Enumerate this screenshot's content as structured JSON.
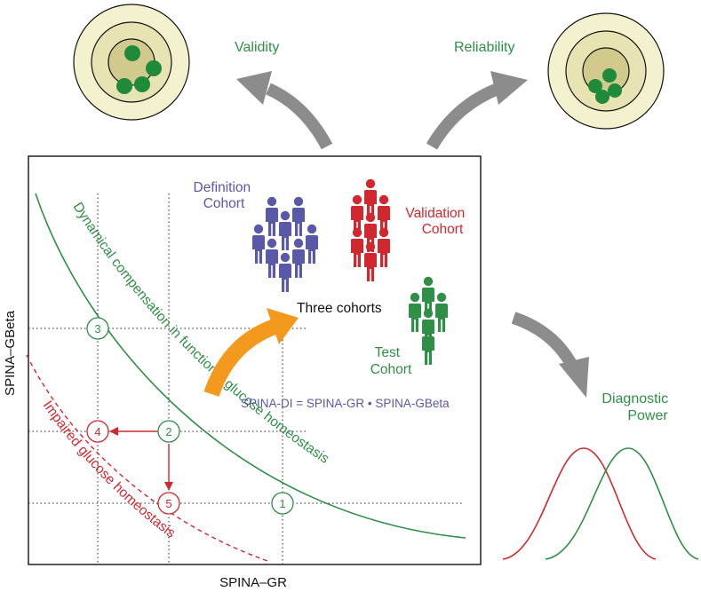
{
  "axes": {
    "y_label": "SPINA–GBeta",
    "x_label": "SPINA–GR"
  },
  "targets": {
    "validity": "Validity",
    "reliability": "Reliability"
  },
  "cohorts": {
    "definition": [
      "Definition",
      "Cohort"
    ],
    "validation": [
      "Validation",
      "Cohort"
    ],
    "test": [
      "Test",
      "Cohort"
    ],
    "three": "Three cohorts"
  },
  "formula": "SPINA-DI = SPINA-GR • SPINA-GBeta",
  "curves": {
    "compensation": "Dynamical compensation in functional glucose homeostasis",
    "impaired": "Impaired glucose homeostasis"
  },
  "points": [
    "1",
    "2",
    "3",
    "4",
    "5"
  ],
  "diagnostic": [
    "Diagnostic",
    "Power"
  ],
  "colors": {
    "green": "#2f8f46",
    "red": "#d0282e",
    "blue": "#5a58a8",
    "orange": "#f39a1e",
    "gray": "#8c8c8c",
    "target_outer": "#f4f1cf",
    "target_mid": "#e8e3b3",
    "target_inner": "#d2c98d",
    "dot": "#1f8a3a"
  }
}
